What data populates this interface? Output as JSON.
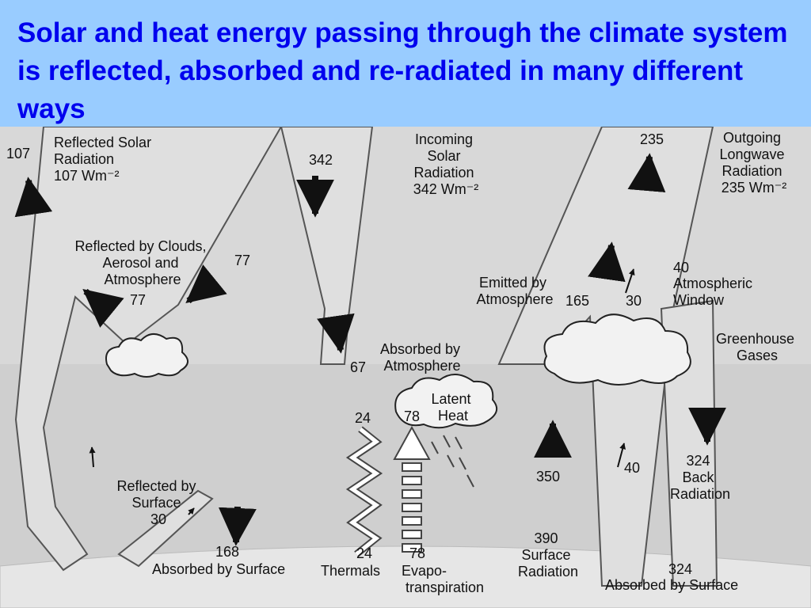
{
  "title": "Solar and heat energy passing through the climate system is reflected, absorbed and re-radiated in many different ways",
  "colors": {
    "title_bg": "#99ccff",
    "title_text": "#0000ee",
    "diagram_bg": "#cfcfcf",
    "band_fill": "#dcdcdc"
  },
  "labels": {
    "reflected_solar": [
      "Reflected Solar",
      "Radiation",
      "107 Wm⁻²"
    ],
    "value_107": "107",
    "incoming_solar": [
      "Incoming",
      "Solar",
      "Radiation",
      "342 Wm⁻²"
    ],
    "value_342": "342",
    "outgoing_longwave": [
      "Outgoing",
      "Longwave",
      "Radiation",
      "235 Wm⁻²"
    ],
    "value_235": "235",
    "reflected_clouds": [
      "Reflected by Clouds,",
      "Aerosol and",
      "Atmosphere"
    ],
    "value_77_a": "77",
    "value_77_b": "77",
    "absorbed_atmosphere": [
      "Absorbed by",
      "Atmosphere"
    ],
    "value_67": "67",
    "emitted_atmosphere": [
      "Emitted by",
      "Atmosphere"
    ],
    "value_165": "165",
    "value_30_window": "30",
    "value_40_window": "40",
    "atmospheric_window": [
      "Atmospheric",
      "Window"
    ],
    "greenhouse_gases": [
      "Greenhouse",
      "Gases"
    ],
    "latent_heat": [
      "Latent",
      "Heat"
    ],
    "value_78_top": "78",
    "value_24_top": "24",
    "value_350": "350",
    "value_40_low": "40",
    "back_radiation": [
      "324",
      "Back",
      "Radiation"
    ],
    "reflected_surface": [
      "Reflected by",
      "Surface",
      "30"
    ],
    "value_168": "168",
    "absorbed_surface_left": "Absorbed by Surface",
    "value_24_bottom": "24",
    "thermals": "Thermals",
    "value_78_bottom": "78",
    "evapotranspiration": [
      "Evapo-",
      "transpiration"
    ],
    "surface_radiation": [
      "390",
      "Surface",
      "Radiation"
    ],
    "value_324_bottom": "324",
    "absorbed_surface_right": "Absorbed by Surface"
  }
}
